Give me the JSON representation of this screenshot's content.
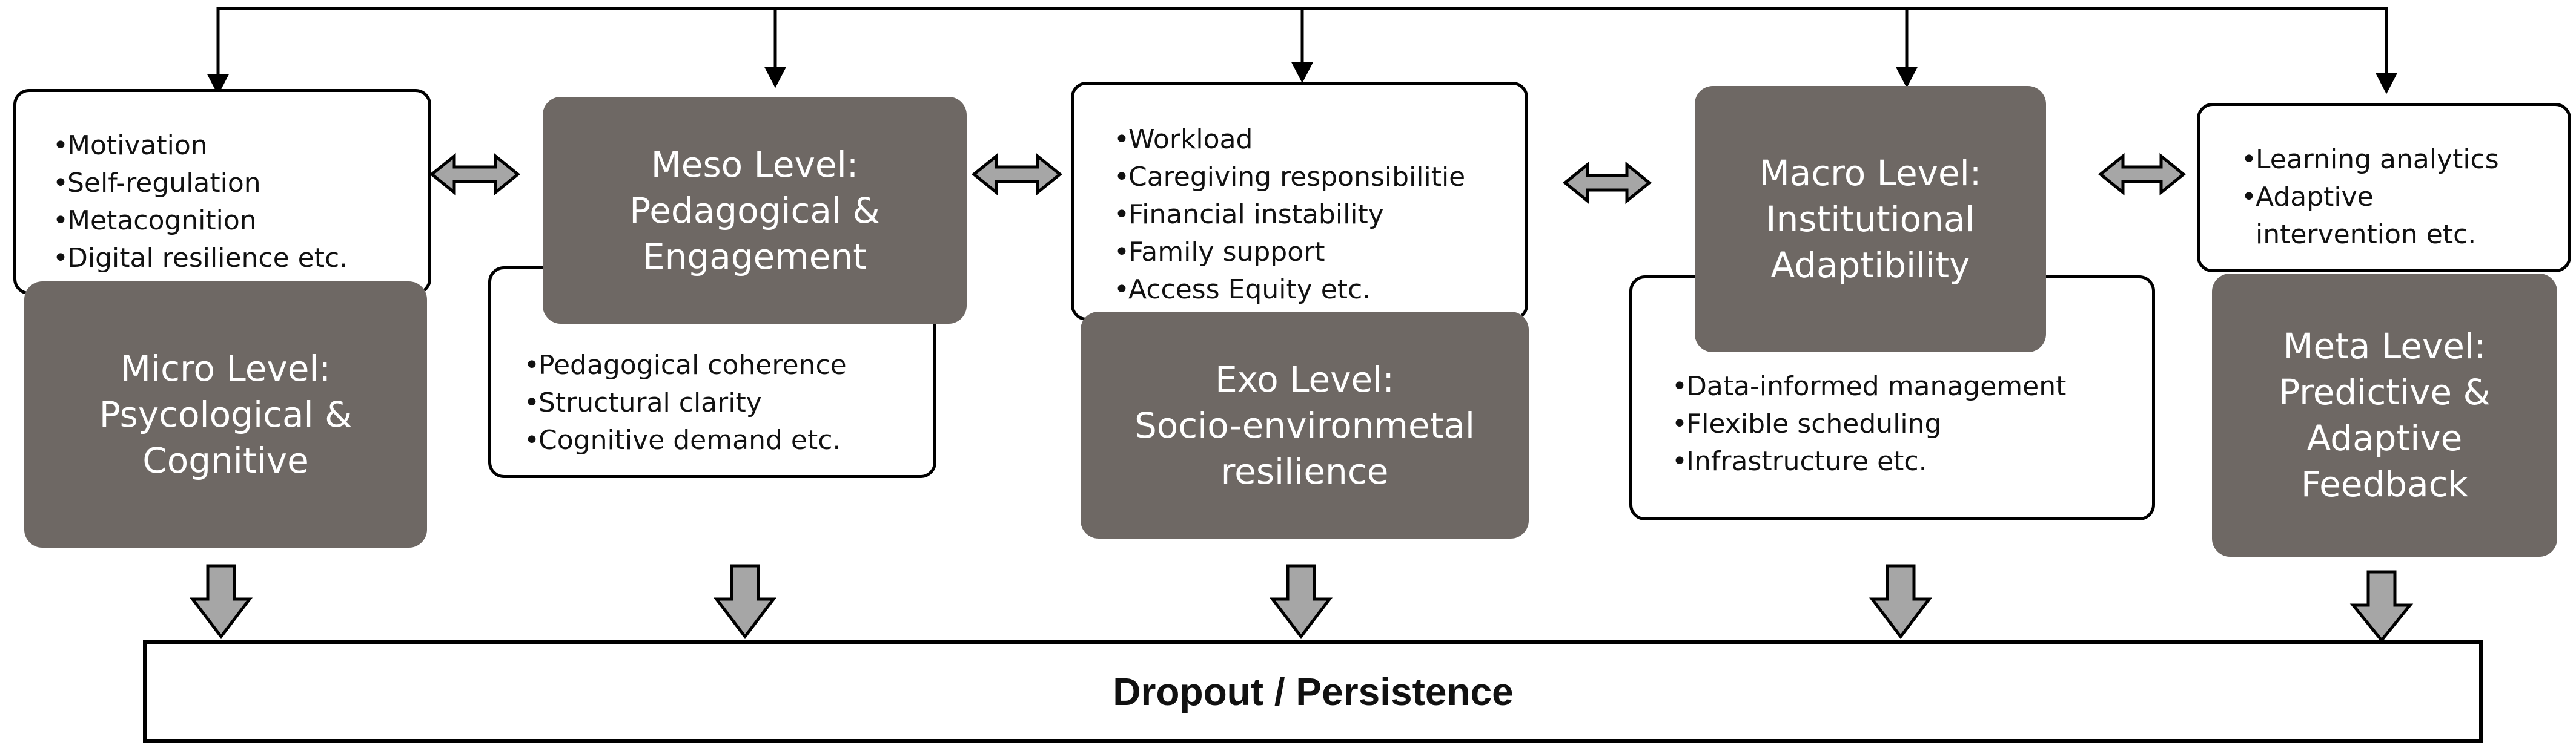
{
  "levels": [
    {
      "id": "micro",
      "title": "Micro Level:\nPsycological &\nCognitive",
      "factors": [
        "Motivation",
        "Self-regulation",
        "Metacognition",
        "Digital resilience etc."
      ]
    },
    {
      "id": "meso",
      "title": "Meso Level:\nPedagogical &\nEngagement",
      "factors": [
        "Pedagogical coherence",
        "Structural clarity",
        "Cognitive demand etc."
      ]
    },
    {
      "id": "exo",
      "title": "Exo Level:\nSocio-environmetal\nresilience",
      "factors": [
        "Workload",
        "Caregiving responsibilitie",
        "Financial instability",
        "Family support",
        "Access Equity etc."
      ]
    },
    {
      "id": "macro",
      "title": "Macro Level:\nInstitutional\nAdaptibility",
      "factors": [
        "Data-informed management",
        "Flexible scheduling",
        "Infrastructure etc."
      ]
    },
    {
      "id": "meta",
      "title": "Meta Level:\nPredictive &\nAdaptive\nFeedback",
      "factors": [
        "Learning analytics",
        "Adaptive\nintervention etc."
      ]
    }
  ],
  "outcome": "Dropout / Persistence",
  "colors": {
    "level_box": "#6e6864",
    "arrow_fill": "#a6a6a6",
    "outline": "#000000"
  }
}
